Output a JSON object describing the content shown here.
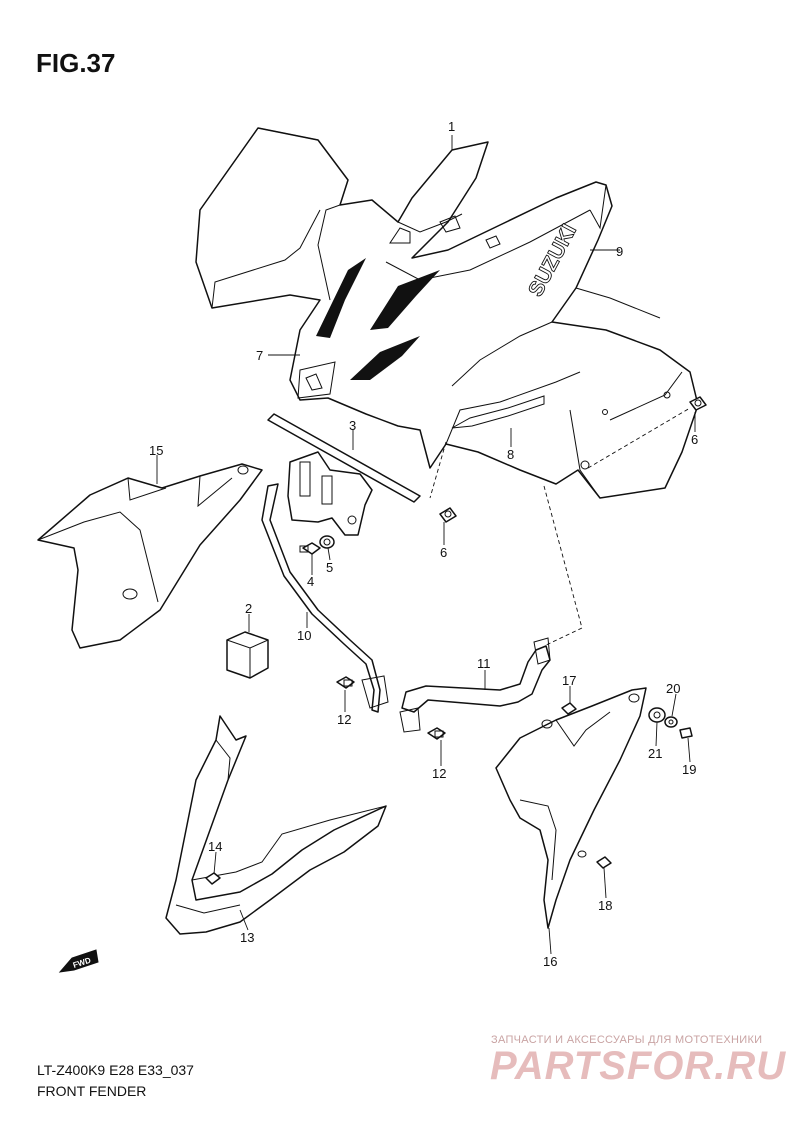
{
  "header": {
    "figure_title": "FIG.37"
  },
  "footer": {
    "model_code": "LT-Z400K9 E28 E33_037",
    "diagram_name": "FRONT FENDER"
  },
  "watermark": {
    "tagline": "ЗАПЧАСТИ И АКСЕССУАРЫ ДЛЯ МОТОТЕХНИКИ",
    "brand": "PARTSFOR.RU"
  },
  "fender_decal": {
    "brand_text": "SUZUKI"
  },
  "fwd_arrow": {
    "label": "FWD"
  },
  "callouts": {
    "c1": "1",
    "c2": "2",
    "c3": "3",
    "c4": "4",
    "c5": "5",
    "c6a": "6",
    "c6b": "6",
    "c7": "7",
    "c8": "8",
    "c9": "9",
    "c10": "10",
    "c11": "11",
    "c12a": "12",
    "c12b": "12",
    "c13": "13",
    "c14": "14",
    "c15": "15",
    "c16": "16",
    "c17": "17",
    "c18": "18",
    "c19": "19",
    "c20": "20",
    "c21": "21"
  }
}
